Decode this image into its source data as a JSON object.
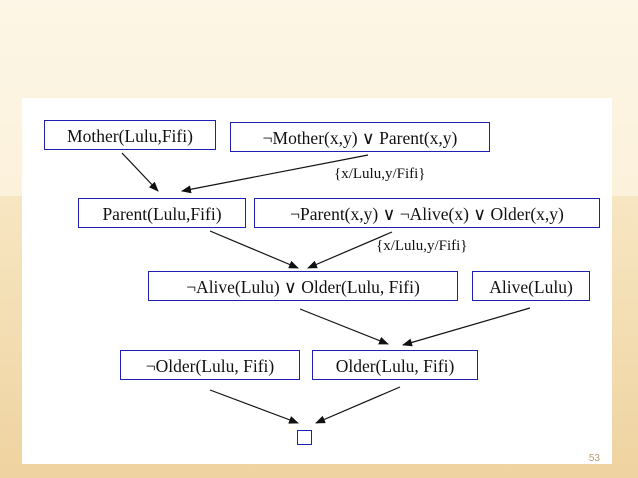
{
  "nodes": {
    "mother": "Mother(Lulu,Fifi)",
    "rule1": "¬Mother(x,y) ∨ Parent(x,y)",
    "parent": "Parent(Lulu,Fifi)",
    "rule2": "¬Parent(x,y) ∨ ¬Alive(x) ∨ Older(x,y)",
    "resolvent1": "¬Alive(Lulu) ∨ Older(Lulu, Fifi)",
    "alive": "Alive(Lulu)",
    "not_older": "¬Older(Lulu, Fifi)",
    "older": "Older(Lulu, Fifi)"
  },
  "substitutions": {
    "first": "{x/Lulu,y/Fifi}",
    "second": "{x/Lulu,y/Fifi}"
  },
  "page_number": "53"
}
